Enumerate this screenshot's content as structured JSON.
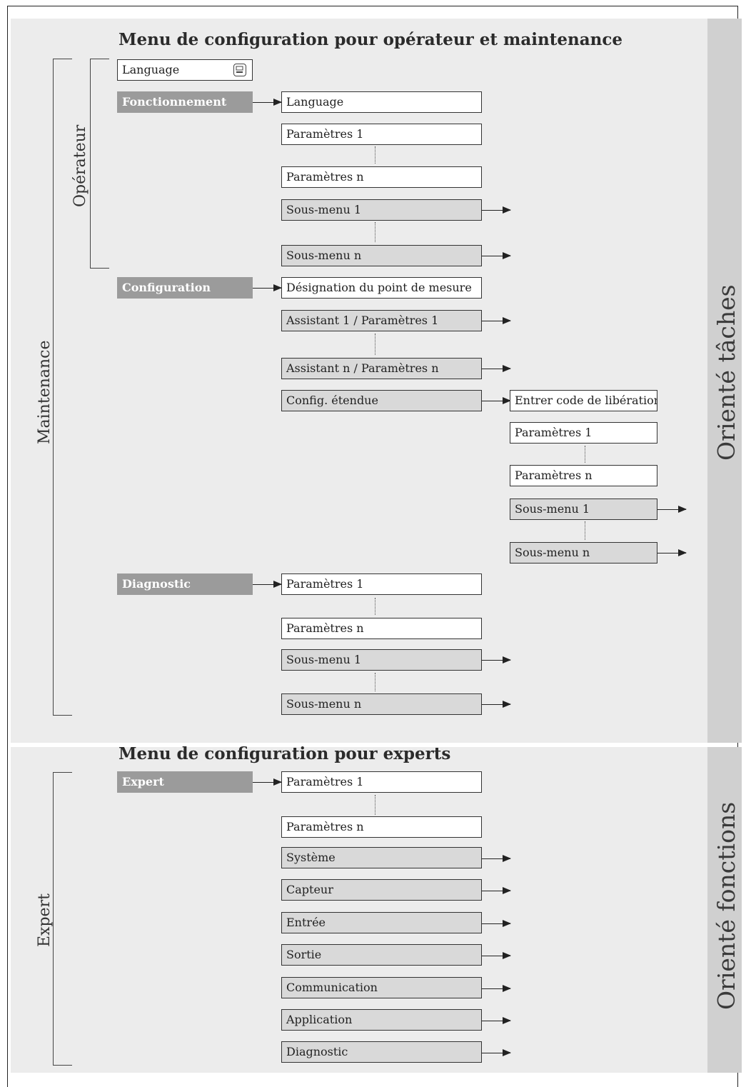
{
  "operator_section": {
    "title": "Menu de configuration pour opérateur et maintenance",
    "side_label": "Orienté tâches",
    "bracket_maintenance": "Maintenance",
    "bracket_operator": "Opérateur",
    "language_box": "Language",
    "fonctionnement": {
      "label": "Fonctionnement",
      "items": [
        "Language",
        "Paramètres 1",
        "Paramètres n",
        "Sous-menu 1",
        "Sous-menu n"
      ]
    },
    "configuration": {
      "label": "Configuration",
      "items": [
        "Désignation du point de mesure",
        "Assistant 1 / Paramètres 1",
        "Assistant n / Paramètres n",
        "Config. étendue"
      ],
      "extended": [
        "Entrer code de libération",
        "Paramètres 1",
        "Paramètres n",
        "Sous-menu 1",
        "Sous-menu n"
      ]
    },
    "diagnostic": {
      "label": "Diagnostic",
      "items": [
        "Paramètres 1",
        "Paramètres n",
        "Sous-menu 1",
        "Sous-menu n"
      ]
    }
  },
  "expert_section": {
    "title": "Menu de configuration pour experts",
    "side_label": "Orienté fonctions",
    "bracket_expert": "Expert",
    "expert": {
      "label": "Expert",
      "items": [
        "Paramètres 1",
        "Paramètres n",
        "Système",
        "Capteur",
        "Entrée",
        "Sortie",
        "Communication",
        "Application",
        "Diagnostic"
      ]
    }
  },
  "icons": {
    "language_icon": "display-module-icon"
  }
}
